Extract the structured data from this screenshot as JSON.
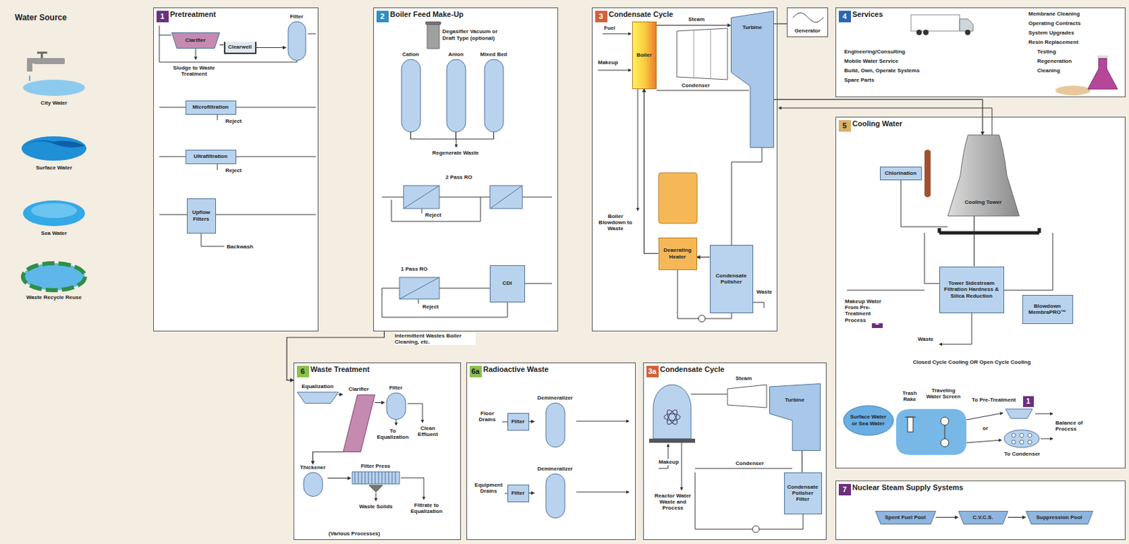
{
  "diagram": {
    "nodes": [
      {
        "text": [
          "Pretreatment"
        ]
      },
      {
        "text": [
          "1"
        ],
        "in": 0
      },
      {
        "text": [
          "Clarifier"
        ],
        "in": 0
      },
      {
        "text": [
          "Clearwell"
        ],
        "in": 0
      },
      {
        "text": [
          "Filter"
        ],
        "in": 0
      },
      {
        "text": [
          "Microfiltration"
        ],
        "in": 0
      },
      {
        "text": [
          "Ultrafiltration"
        ],
        "in": 0
      },
      {
        "text": [
          "Upflow Filters"
        ],
        "in": 0
      },
      {
        "text": [
          "Boiler Feed Make-Up"
        ]
      },
      {
        "text": [
          "2"
        ],
        "in": 8
      },
      {
        "text": [
          "Degasifier Vacuum or Draft Type (optional)"
        ],
        "in": 8
      },
      {
        "text": [
          "Cation"
        ],
        "in": 8
      },
      {
        "text": [
          "Anion"
        ],
        "in": 8
      },
      {
        "text": [
          "Mixed Bed"
        ],
        "in": 8
      },
      {
        "text": [
          "CDI"
        ],
        "in": 8
      },
      {
        "text": [
          "Condensate Cycle"
        ]
      },
      {
        "text": [
          "3"
        ],
        "in": 15
      },
      {
        "text": [
          "Boiler"
        ],
        "in": 15
      },
      {
        "text": [
          "Turbine"
        ],
        "in": 15
      },
      {
        "text": [
          "Deaerating Heater"
        ],
        "in": 15
      },
      {
        "text": [
          "Condensate Polisher"
        ],
        "in": 15
      },
      {
        "text": [
          "Generator"
        ]
      },
      {
        "text": [
          "Services"
        ]
      },
      {
        "text": [
          "4"
        ],
        "in": 22
      },
      {
        "text": [
          "Cooling Water"
        ]
      },
      {
        "text": [
          "5"
        ],
        "in": 24
      },
      {
        "text": [
          "Chlorination"
        ],
        "in": 24
      },
      {
        "text": [
          "Cooling Tower"
        ],
        "in": 24
      },
      {
        "text": [
          "Tower Sidestream Filtration Hardness & Silica Reduction"
        ],
        "in": 24
      },
      {
        "text": [
          "Blowdown MembraPRO™"
        ],
        "in": 24
      },
      {
        "text": [
          "1"
        ],
        "in": 24
      },
      {
        "text": [
          "Surface Water or Sea Water"
        ],
        "in": 24
      },
      {
        "text": [
          "1"
        ],
        "in": 24
      },
      {
        "text": [
          "Waste Treatment"
        ]
      },
      {
        "text": [
          "6"
        ],
        "in": 33
      },
      {
        "text": [
          "Equalization"
        ],
        "in": 33
      },
      {
        "text": [
          "Clarifier"
        ],
        "in": 33
      },
      {
        "text": [
          "Filter"
        ],
        "in": 33
      },
      {
        "text": [
          "Thickener"
        ],
        "in": 33
      },
      {
        "text": [
          "Filter Press"
        ],
        "in": 33
      },
      {
        "text": [
          "Radioactive Waste"
        ]
      },
      {
        "text": [
          "6a"
        ],
        "in": 40
      },
      {
        "text": [
          "Filter"
        ],
        "in": 40
      },
      {
        "text": [
          "Demineralizer"
        ],
        "in": 40
      },
      {
        "text": [
          "Filter"
        ],
        "in": 40
      },
      {
        "text": [
          "Demineralizer"
        ],
        "in": 40
      },
      {
        "text": [
          "Condensate Cycle"
        ]
      },
      {
        "text": [
          "3a"
        ],
        "in": 46
      },
      {
        "text": [
          "Turbine"
        ],
        "in": 46
      },
      {
        "text": [
          "Condensate Polisher Filter"
        ],
        "in": 46
      },
      {
        "text": [
          "Nuclear Steam Supply Systems"
        ]
      },
      {
        "text": [
          "7"
        ],
        "in": 50
      },
      {
        "text": [
          "Spent Fuel Pool"
        ],
        "in": 50
      },
      {
        "text": [
          "C.V.C.S."
        ],
        "in": 50
      },
      {
        "text": [
          "Suppression Pool"
        ],
        "in": 50
      }
    ],
    "edges": [
      {
        "from": 2,
        "to": 3,
        "arrow": "none"
      },
      {
        "from": 3,
        "to": 4,
        "arrow": "to"
      },
      {
        "from": 11,
        "to": 12,
        "arrow": "none"
      },
      {
        "from": 12,
        "to": 13,
        "arrow": "none"
      },
      {
        "from": 17,
        "to": 18,
        "arrow": "to"
      },
      {
        "from": 18,
        "to": 21,
        "arrow": "none"
      },
      {
        "from": 20,
        "to": 19,
        "arrow": "to"
      },
      {
        "from": 19,
        "to": 17,
        "arrow": "to"
      },
      {
        "from": 18,
        "to": 27,
        "arrow": "to"
      },
      {
        "from": 27,
        "to": 28,
        "arrow": "none"
      },
      {
        "from": 35,
        "to": 36,
        "arrow": "to"
      },
      {
        "from": 36,
        "to": 37,
        "arrow": "to"
      },
      {
        "from": 36,
        "to": 38,
        "arrow": "to"
      },
      {
        "from": 38,
        "to": 39,
        "arrow": "to"
      },
      {
        "from": 42,
        "to": 43,
        "arrow": "to"
      },
      {
        "from": 44,
        "to": 45,
        "arrow": "to"
      },
      {
        "from": 48,
        "to": 49,
        "arrow": "none"
      },
      {
        "from": 52,
        "to": 53,
        "arrow": "to"
      },
      {
        "from": 53,
        "to": 54,
        "arrow": "to"
      },
      {
        "from": 8,
        "to": 33,
        "arrow": "to"
      }
    ],
    "labels": [
      "Water Source",
      "City Water",
      "Surface Water",
      "Sea Water",
      "Waste Recycle Reuse",
      "Sludge to Waste Treatment",
      "Reject",
      "Reject",
      "Backwash",
      "Regenerate Waste",
      "2 Pass RO",
      "Reject",
      "1 Pass RO",
      "Reject",
      "Intermittent Wastes Boiler Cleaning, etc.",
      "Fuel",
      "Steam",
      "Makeup",
      "Condenser",
      "Boiler Blowdown to Waste",
      "Waste",
      "Engineering/Consulting",
      "Mobile Water Service",
      "Build, Own, Operate Systems",
      "Spare Parts",
      "Membrane Cleaning",
      "Operating Contracts",
      "System Upgrades",
      "Resin Replacement",
      "Testing",
      "Regeneration",
      "Cleaning",
      "Makeup Water From Pre-Treatment Process",
      "Waste",
      "Closed Cycle Cooling OR Open Cycle Cooling",
      "Trash Rake",
      "Traveling Water Screen",
      "To Pre-Treatment",
      "or",
      "To Condenser",
      "Balance of Process",
      "Clean Effluent",
      "To Equalization",
      "Waste Solids",
      "Filtrate to Equalization",
      "(Various Processes)",
      "Floor Drains",
      "Equipment Drains",
      "Steam",
      "Makeup",
      "Condenser",
      "Reactor Water Waste and Process"
    ]
  }
}
